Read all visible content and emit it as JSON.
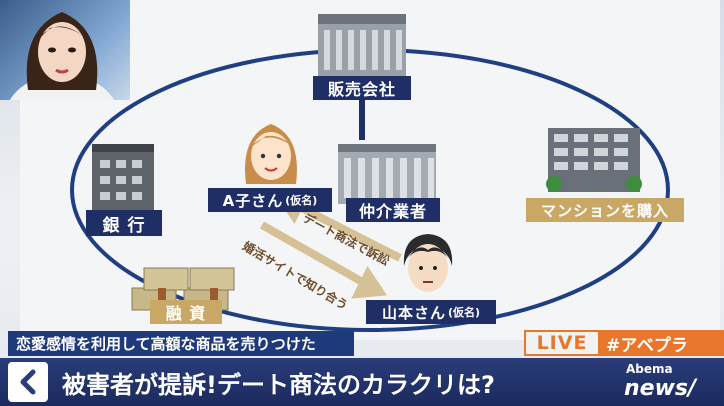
{
  "diagram": {
    "labels": {
      "sales_company": "販売会社",
      "bank": "銀 行",
      "a_ko": "A子さん",
      "a_ko_paren": "(仮名)",
      "broker": "仲介業者",
      "mansion": "マンションを購入",
      "loan": "融 資",
      "yamamoto": "山本さん",
      "yamamoto_paren": "(仮名)",
      "arrow_lawsuit": "デート商法で訴訟",
      "arrow_met": "婚活サイトで知り合う"
    },
    "colors": {
      "navy": "#1f2f66",
      "tan": "#c9a865",
      "accent": "#e8772b"
    }
  },
  "broadcast": {
    "subtitle": "恋愛感情を利用して高額な商品を売りつけた",
    "live": "LIVE",
    "hashtag": "#アベプラ",
    "headline": "被害者が提訴!デート商法のカラクリは?",
    "logo_line1": "Abema",
    "logo_line2": "news/"
  }
}
